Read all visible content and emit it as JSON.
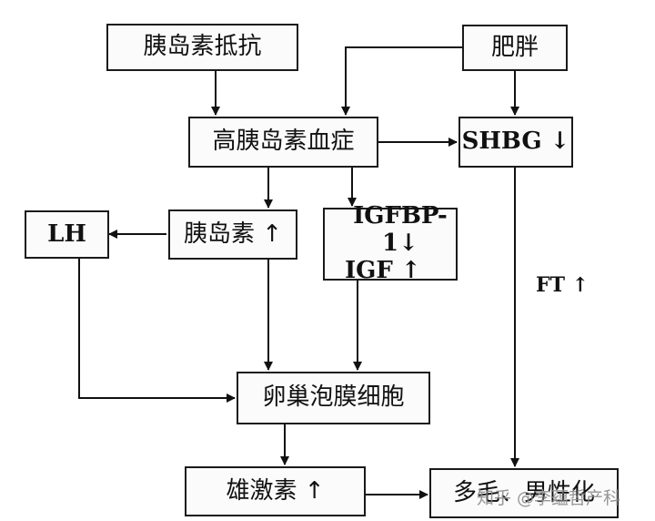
{
  "nodes": {
    "insulin_resistance": "胰岛素抵抗",
    "obesity": "肥胖",
    "hyperinsulinemia": "高胰岛素血症",
    "shbg": "SHBG ↓",
    "lh": "LH",
    "insulin": "胰岛素 ↑",
    "igfbp": "IGFBP-1↓",
    "igf": "IGF ↑",
    "theca_cells": "卵巢泡膜细胞",
    "androgen": "雄激素 ↑",
    "hirsutism": "多毛、男性化"
  },
  "edge_labels": {
    "ft": "FT ↑"
  },
  "watermark": "知乎 @李蕴哲产科"
}
